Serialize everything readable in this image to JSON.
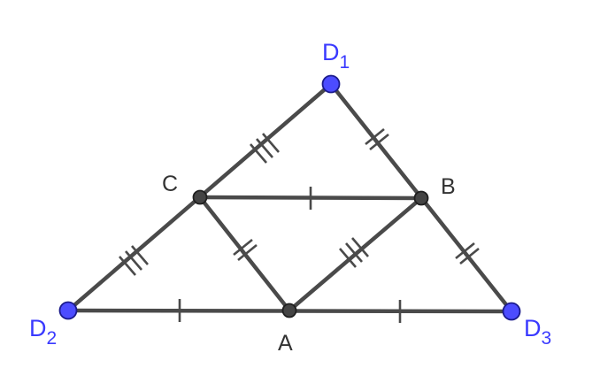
{
  "figure": {
    "labels": {
      "A": "A",
      "B": "B",
      "C": "C",
      "D1": {
        "main": "D",
        "sub": "1"
      },
      "D2": {
        "main": "D",
        "sub": "2"
      },
      "D3": {
        "main": "D",
        "sub": "3"
      }
    },
    "colors": {
      "segment": "#4a4a4a",
      "black_point": "#444444",
      "blue_point": "#4c4cff",
      "blue_label": "#3a3aff"
    }
  }
}
